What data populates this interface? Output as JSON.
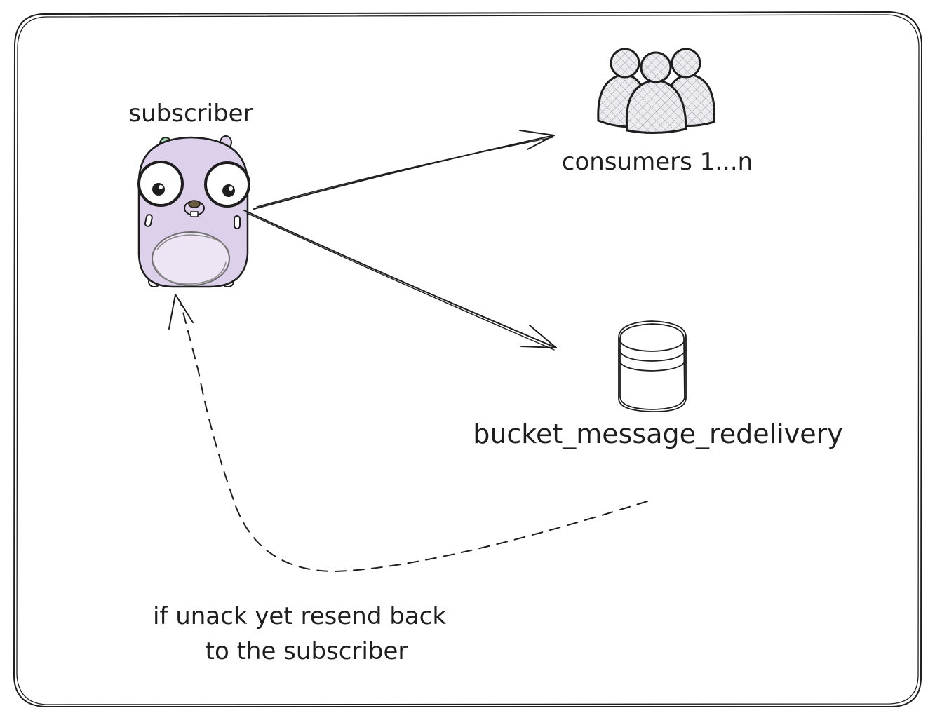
{
  "nodes": {
    "subscriber": {
      "label": "subscriber",
      "icon": "gopher-icon"
    },
    "consumers": {
      "label": "consumers 1...n",
      "icon": "users-group-icon"
    },
    "bucket": {
      "label": "bucket_message_redelivery",
      "icon": "database-cylinder-icon"
    }
  },
  "note": {
    "lines": [
      "if unack yet resend back",
      "to the subscriber"
    ]
  },
  "edges": [
    {
      "from": "subscriber",
      "to": "consumers",
      "style": "solid"
    },
    {
      "from": "subscriber",
      "to": "bucket",
      "style": "solid"
    },
    {
      "from": "bucket",
      "to": "subscriber",
      "style": "dashed"
    }
  ],
  "colors": {
    "stroke": "#1e1e1e",
    "gopher_body": "#ddd0ea",
    "gopher_belly": "#ede4f4",
    "gopher_ear": "#9fd3a8",
    "people_fill": "#e9e9ee"
  }
}
